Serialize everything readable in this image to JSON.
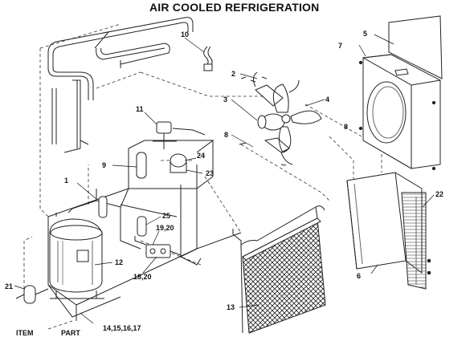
{
  "title": "AIR COOLED REFRIGERATION",
  "callouts": [
    "1",
    "2",
    "3",
    "4",
    "5",
    "6",
    "7",
    "8",
    "8",
    "9",
    "10",
    "11",
    "12",
    "13",
    "14,15,16,17",
    "18,20",
    "19,20",
    "21",
    "22",
    "23",
    "24",
    "25",
    "ITEM",
    "PART"
  ]
}
